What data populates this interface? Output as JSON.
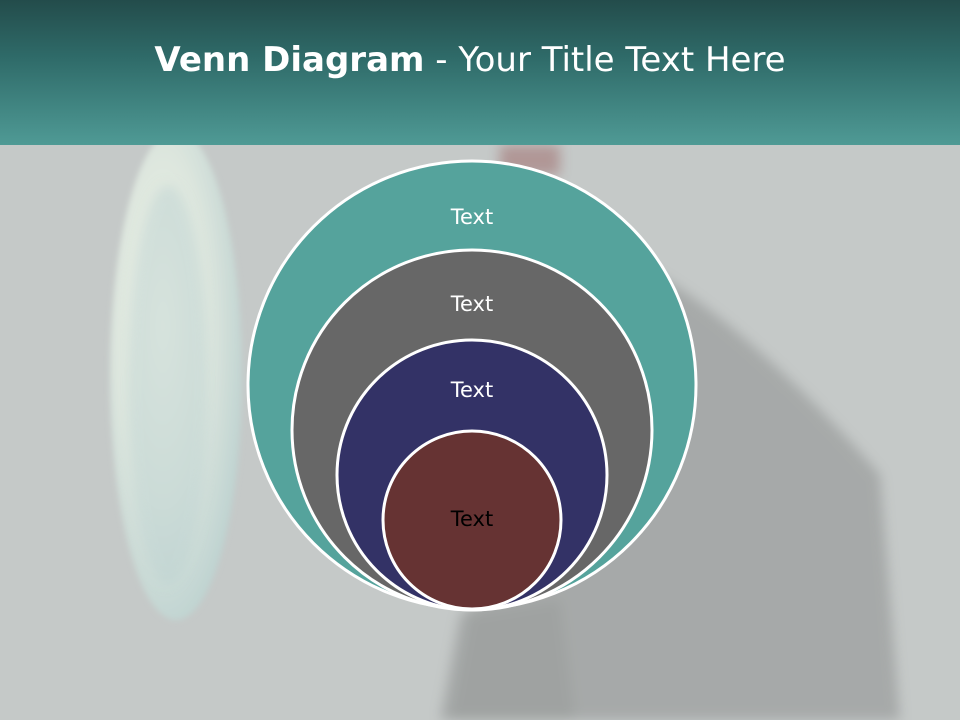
{
  "title": {
    "bold": "Venn Diagram",
    "rest": " - Your Title Text Here"
  },
  "colors": {
    "header_top": "#234c4b",
    "header_bottom": "#4f9a95",
    "background": "#c5c9c8",
    "circle_outer": "#55a39c",
    "circle_second": "#676767",
    "circle_third": "#333266",
    "circle_inner": "#663333",
    "circle_stroke": "#ffffff"
  },
  "diagram": {
    "circles": [
      {
        "label": "Text",
        "color": "#55a39c",
        "text_color": "#ffffff"
      },
      {
        "label": "Text",
        "color": "#676767",
        "text_color": "#ffffff"
      },
      {
        "label": "Text",
        "color": "#333266",
        "text_color": "#ffffff"
      },
      {
        "label": "Text",
        "color": "#663333",
        "text_color": "#000000"
      }
    ]
  }
}
